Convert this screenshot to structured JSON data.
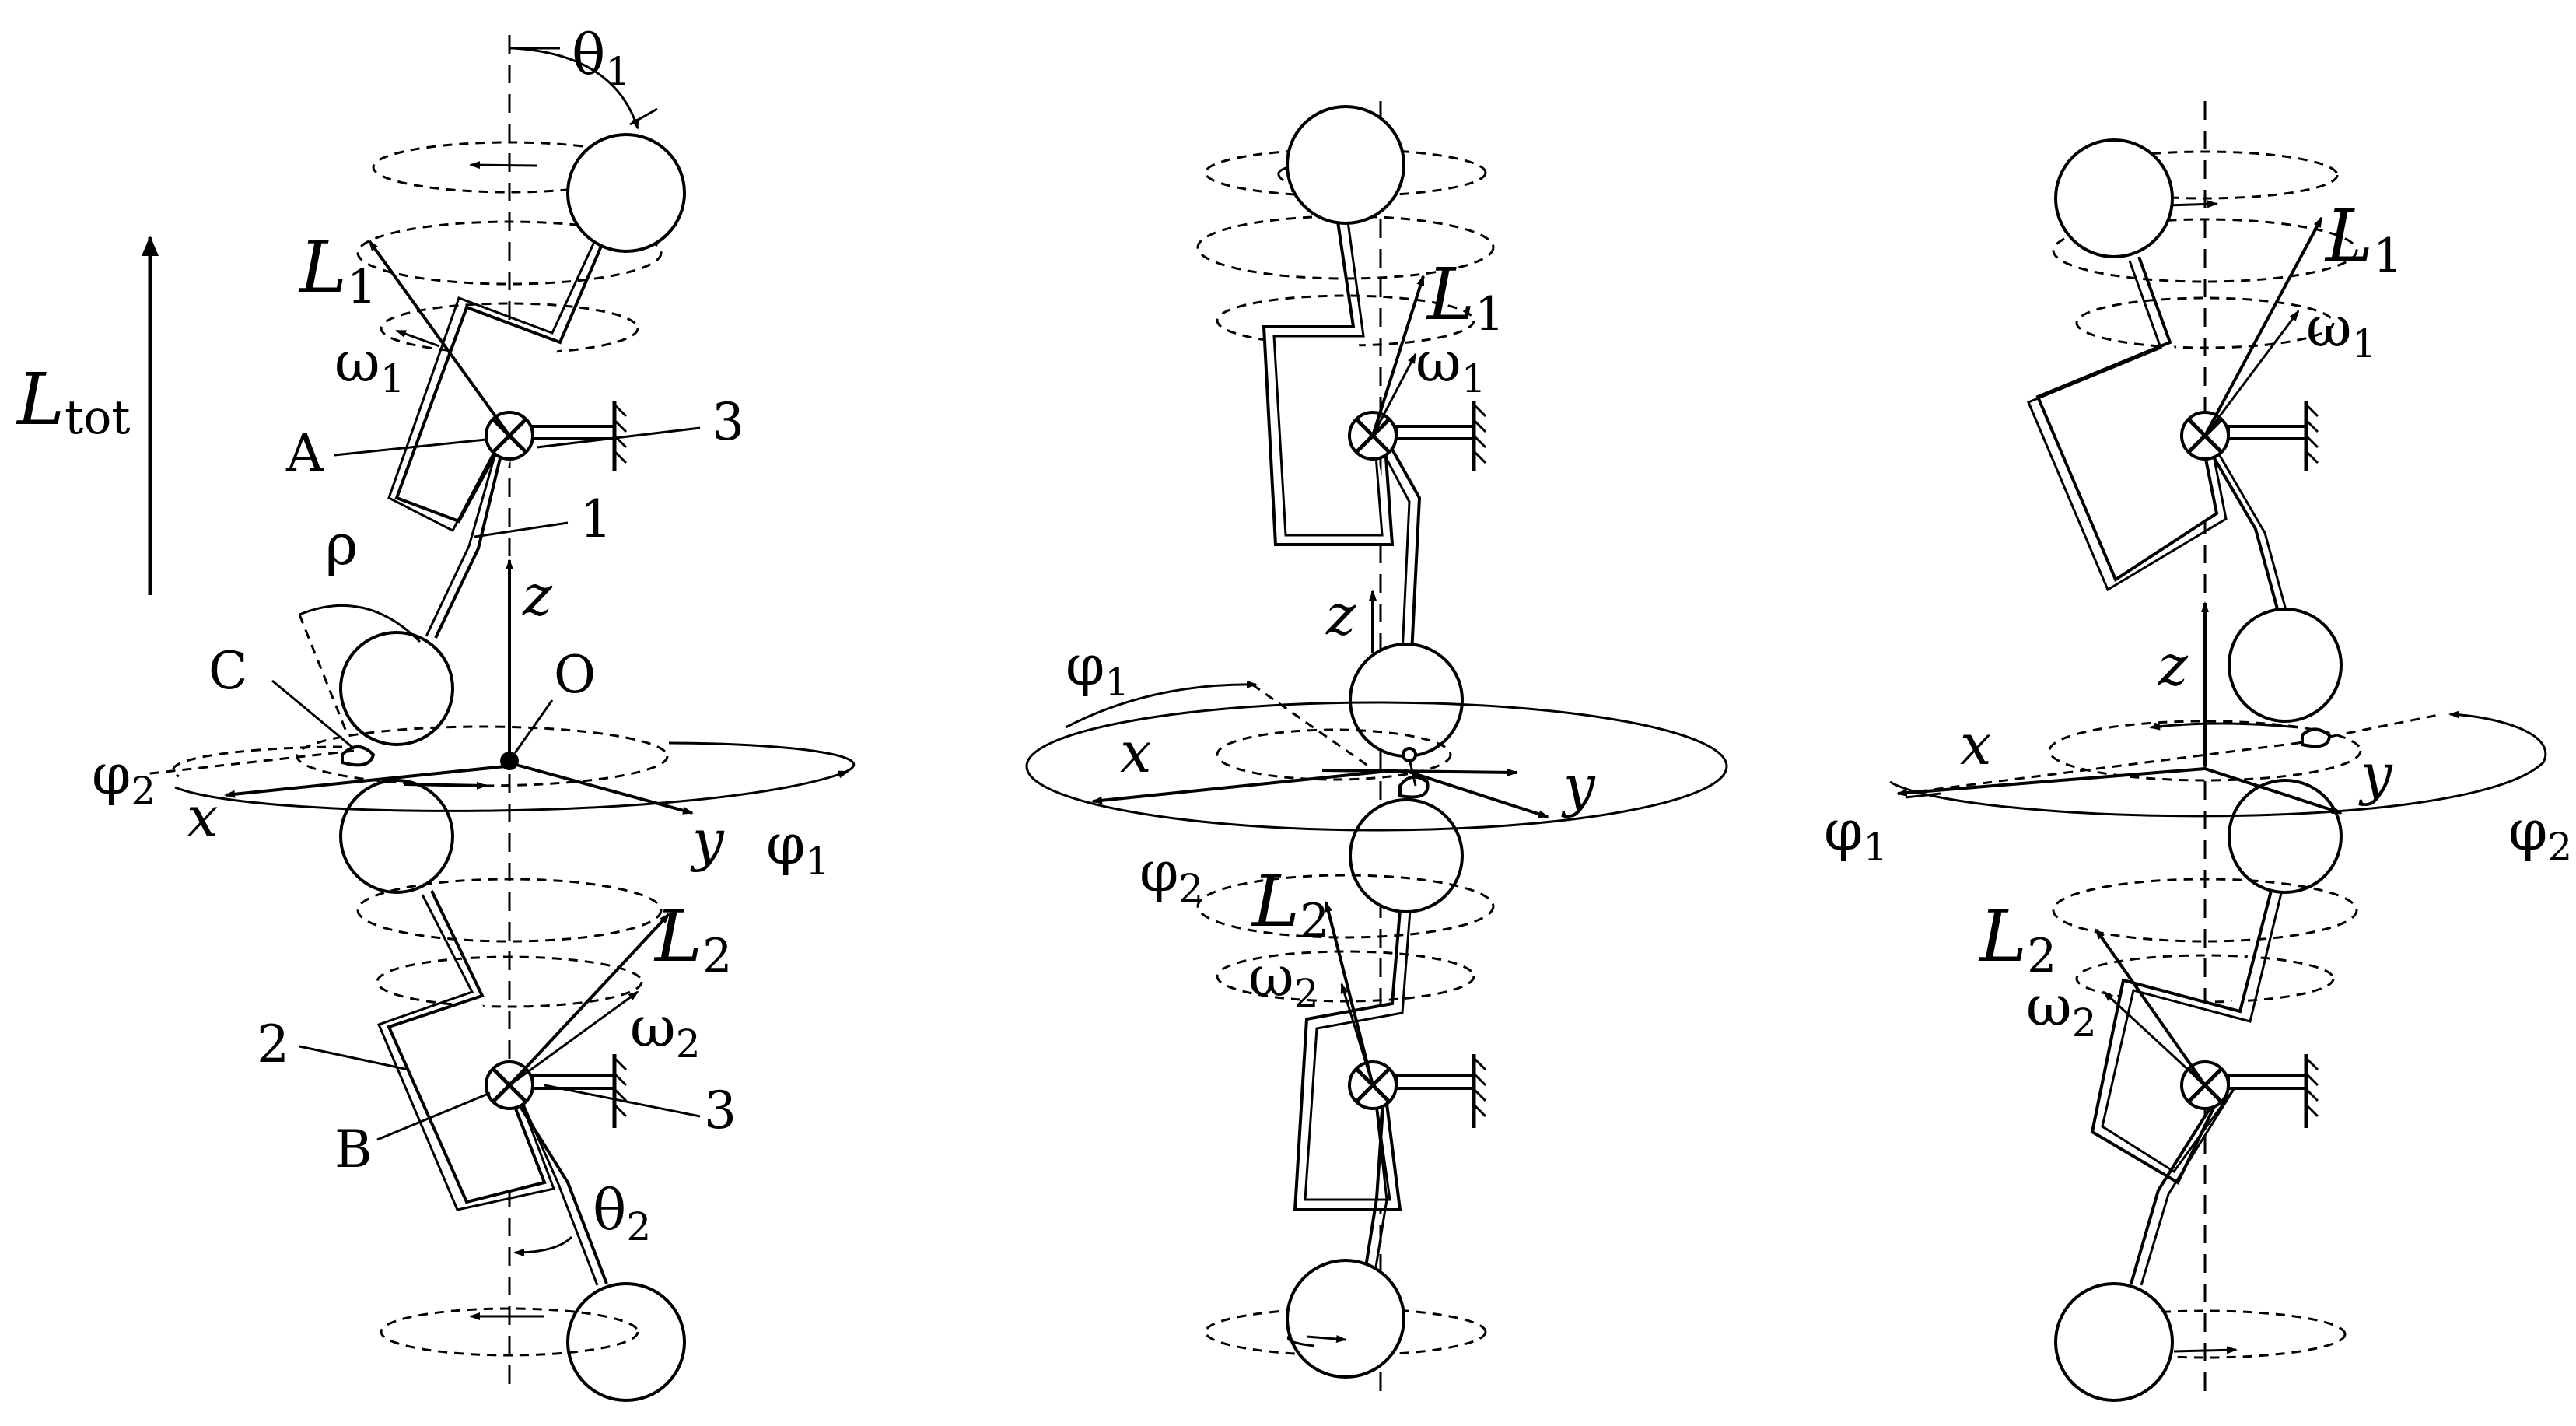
{
  "labels": {
    "theta1": "θ",
    "theta1_sub": "1",
    "theta2": "θ",
    "theta2_sub": "2",
    "L": "L",
    "L1_sub": "1",
    "L2_sub": "2",
    "Ltot_sub": "tot",
    "omega": "ω",
    "omega1_sub": "1",
    "omega2_sub": "2",
    "phi": "φ",
    "phi1_sub": "1",
    "phi2_sub": "2",
    "rho": "ρ",
    "A": "A",
    "B": "B",
    "C": "C",
    "O": "O",
    "n1": "1",
    "n2": "2",
    "n3": "3",
    "x": "x",
    "y": "y",
    "z": "z"
  }
}
